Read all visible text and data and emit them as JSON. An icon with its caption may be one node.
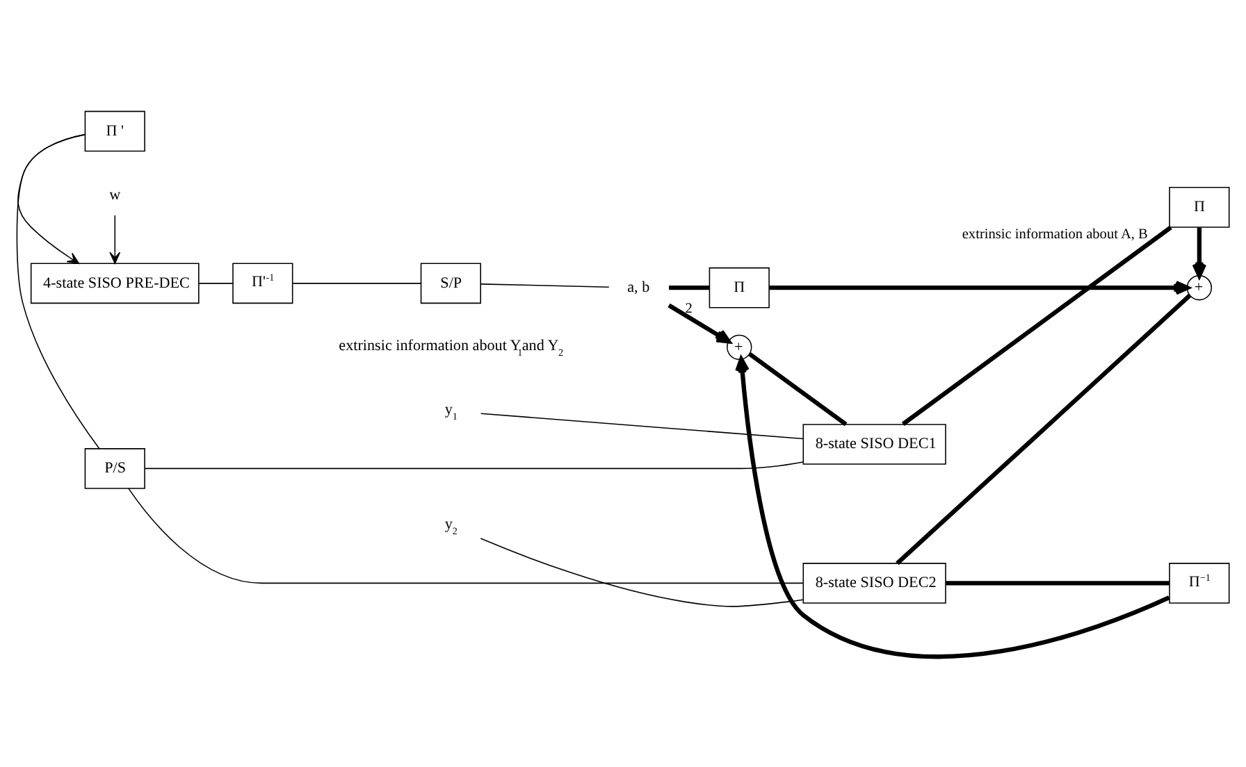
{
  "diagram": {
    "nodes": [
      {
        "text": [
          "4-state SISO PRE-DEC"
        ]
      },
      {
        "text": [
          "Π'$^{-1}$"
        ]
      },
      {
        "text": [
          "S/P"
        ]
      },
      {
        "text": [
          "a, b"
        ]
      },
      {
        "text": [
          "+"
        ]
      },
      {
        "text": [
          "Π"
        ]
      },
      {
        "text": [
          "8-state SISO DEC1"
        ]
      },
      {
        "text": [
          "8-state SISO DEC2"
        ]
      },
      {
        "text": [
          "Π"
        ]
      },
      {
        "text": [
          "+"
        ]
      },
      {
        "text": [
          "Π$^{−1}$"
        ]
      },
      {
        "text": [
          "Π '"
        ]
      },
      {
        "text": [
          "P/S"
        ]
      },
      {
        "text": [
          "w"
        ]
      },
      {
        "text": [
          "y$_{1}$"
        ]
      },
      {
        "text": [
          "y$_{2}$"
        ]
      }
    ],
    "edges": [
      {
        "from": 13,
        "to": 0,
        "arrow": "to"
      },
      {
        "from": 11,
        "to": 0,
        "arrow": "to"
      },
      {
        "from": 0,
        "to": 1,
        "arrow": "none"
      },
      {
        "from": 1,
        "to": 2,
        "arrow": "none"
      },
      {
        "from": 2,
        "to": 3,
        "arrow": "none"
      },
      {
        "from": 14,
        "to": 6,
        "arrow": "none"
      },
      {
        "from": 15,
        "to": 7,
        "arrow": "none"
      },
      {
        "from": 3,
        "to": 4,
        "arrow": "to",
        "label": "2",
        "style": "thick"
      },
      {
        "from": 3,
        "to": 8,
        "arrow": "none",
        "style": "thick"
      },
      {
        "from": 5,
        "to": 9,
        "arrow": "to",
        "style": "thick"
      },
      {
        "from": 10,
        "to": 4,
        "arrow": "to",
        "style": "thick"
      },
      {
        "from": 4,
        "to": 6,
        "arrow": "none",
        "style": "thick"
      },
      {
        "from": 8,
        "to": 9,
        "arrow": "to",
        "style": "thick"
      },
      {
        "from": 9,
        "to": 7,
        "arrow": "none",
        "style": "thick"
      },
      {
        "from": 6,
        "to": 5,
        "arrow": "none",
        "style": "thick",
        "label": "extrinsic information about A, B"
      },
      {
        "from": 7,
        "to": 10,
        "arrow": "none",
        "style": "thick"
      },
      {
        "from": 6,
        "to": 12,
        "arrow": "none"
      },
      {
        "from": 7,
        "to": 12,
        "arrow": "none"
      },
      {
        "from": 12,
        "to": 11,
        "arrow": "none"
      }
    ],
    "labels": [
      "extrinsic information about Y$_{1}$and Y$_{2}$"
    ]
  }
}
